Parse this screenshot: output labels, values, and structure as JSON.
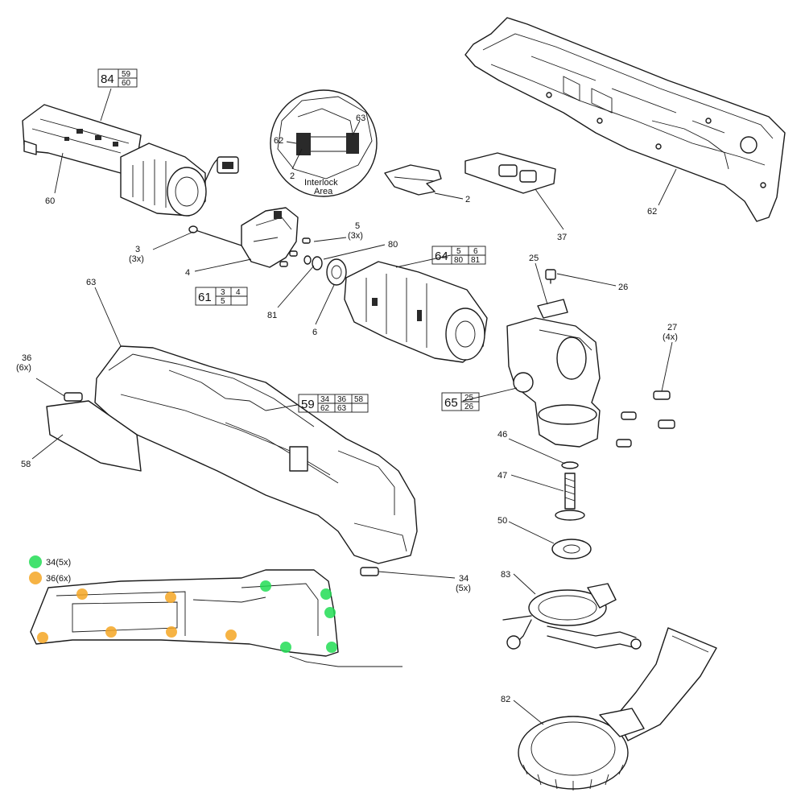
{
  "colors": {
    "green_marker": "#22dd55",
    "orange_marker": "#f5a623",
    "line": "#1a1a1a"
  },
  "callouts": {
    "c60": "60",
    "c2a": "2",
    "c2b": "2",
    "c62a": "62",
    "c62b": "62",
    "c63a": "63",
    "c63b": "63",
    "interlock_1": "Interlock",
    "interlock_2": "Area",
    "c37": "37",
    "c5": "5",
    "c5q": "(3x)",
    "c80": "80",
    "c3": "3",
    "c3q": "(3x)",
    "c4": "4",
    "c81": "81",
    "c6": "6",
    "c25": "25",
    "c26": "26",
    "c27": "27",
    "c27q": "(4x)",
    "c36": "36",
    "c36q": "(6x)",
    "c58": "58",
    "c46": "46",
    "c47": "47",
    "c50": "50",
    "c34": "34",
    "c34q": "(5x)",
    "c83": "83",
    "c82": "82"
  },
  "ref_boxes": {
    "r84": {
      "main": "84",
      "sub": [
        "59",
        "60"
      ]
    },
    "r61": {
      "main": "61",
      "sub": [
        "3",
        "4",
        "5",
        ""
      ]
    },
    "r64": {
      "main": "64",
      "sub": [
        "5",
        "6",
        "80",
        "81"
      ]
    },
    "r59": {
      "main": "59",
      "sub": [
        "34",
        "36",
        "58",
        "62",
        "63",
        ""
      ]
    },
    "r65": {
      "main": "65",
      "sub": [
        "25",
        "26"
      ]
    }
  },
  "legend": {
    "green_label": "34(5x)",
    "orange_label": "36(6x)"
  }
}
